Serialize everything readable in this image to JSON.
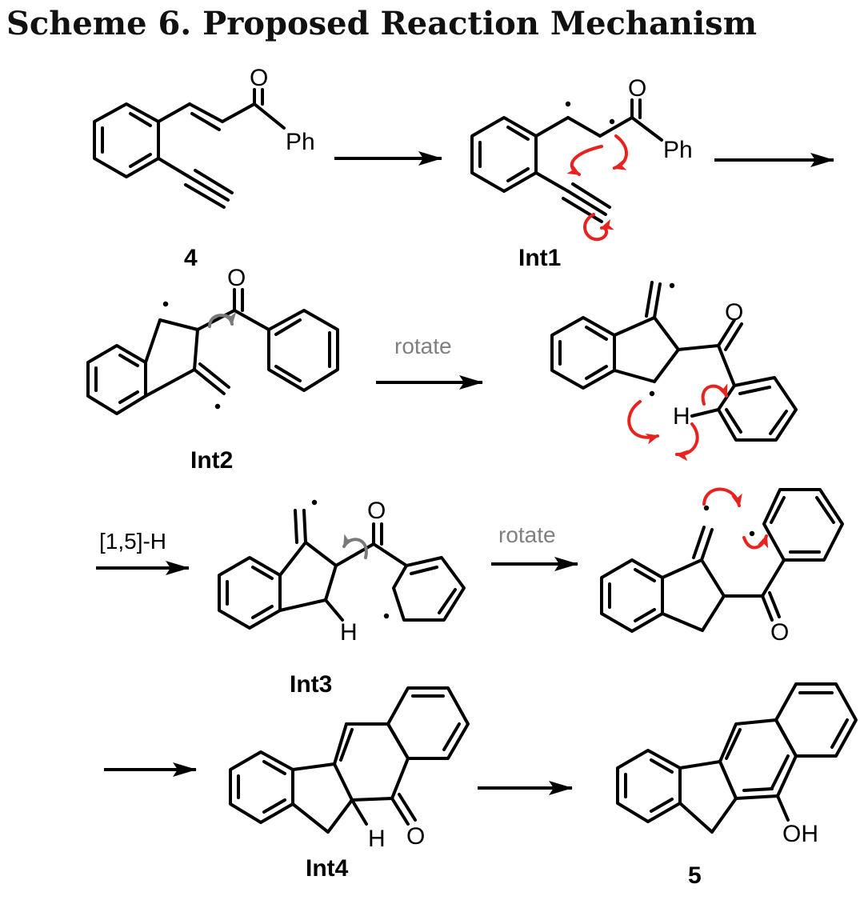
{
  "title": "Scheme 6. Proposed Reaction Mechanism",
  "compounds": {
    "c4": "4",
    "int1": "Int1",
    "int2": "Int2",
    "int3": "Int3",
    "int4": "Int4",
    "c5": "5"
  },
  "atoms": {
    "oxygen": "O",
    "phenyl": "Ph",
    "hydrogen": "H",
    "hydroxyl": "OH"
  },
  "conditions": {
    "rotate_1": "rotate",
    "h_shift": "[1,5]-H",
    "rotate_2": "rotate"
  },
  "colors": {
    "electron_arrow": "#e8231f",
    "rotation_arrow": "#7a7a7a",
    "condition_grey": "#808080"
  }
}
